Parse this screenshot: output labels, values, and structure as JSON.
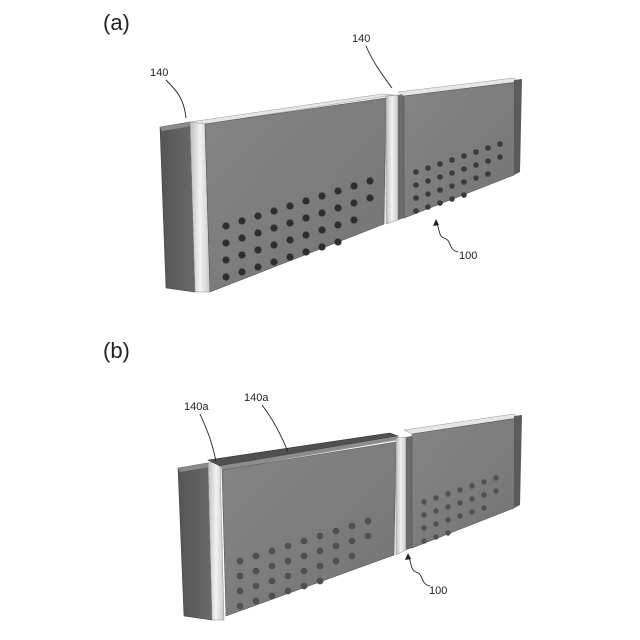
{
  "figure": {
    "panel_a": {
      "label": "(a)",
      "callouts": [
        "140",
        "140"
      ],
      "assembly_ref": "100"
    },
    "panel_b": {
      "label": "(b)",
      "callouts": [
        "140a",
        "140a"
      ],
      "assembly_ref": "100"
    }
  },
  "colors": {
    "panel_face": "#7d7d7d",
    "panel_side": "#5e5e5e",
    "panel_top": "#6a6a6a",
    "frame_light": "#e4e4e4",
    "frame_shadow": "#a9a9a9",
    "hole": "#2e2e2e"
  }
}
